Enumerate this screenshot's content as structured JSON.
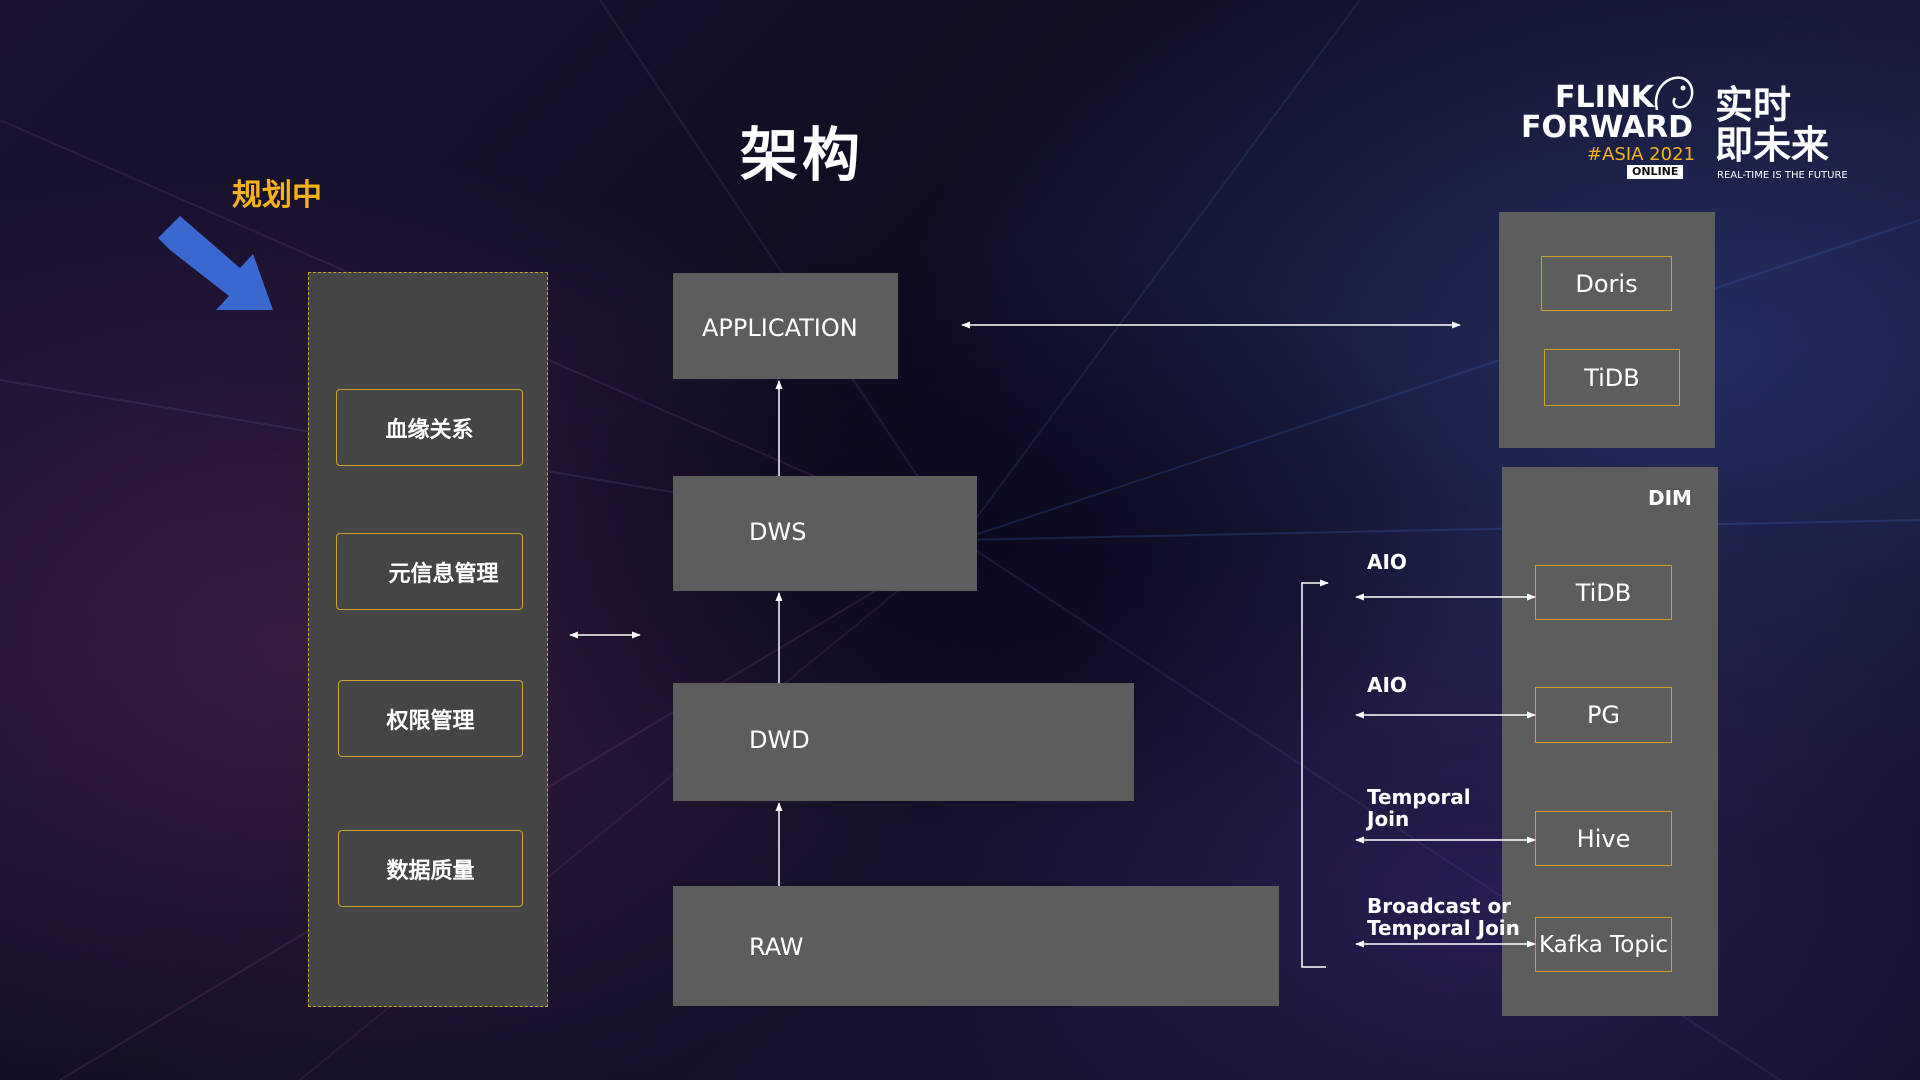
{
  "title": "架构",
  "planning_label": "规划中",
  "governance": {
    "items": [
      "血缘关系",
      "元信息管理",
      "权限管理",
      "数据质量"
    ]
  },
  "layers": {
    "application": "APPLICATION",
    "dws": "DWS",
    "dwd": "DWD",
    "raw": "RAW"
  },
  "serving": {
    "items": [
      "Doris",
      "TiDB"
    ]
  },
  "dim": {
    "title": "DIM",
    "items": [
      "TiDB",
      "PG",
      "Hive",
      "Kafka Topic"
    ],
    "join_labels": [
      {
        "line1": "AIO",
        "line2": ""
      },
      {
        "line1": "AIO",
        "line2": ""
      },
      {
        "line1": "Temporal",
        "line2": "Join"
      },
      {
        "line1": "Broadcast or",
        "line2": "Temporal Join"
      }
    ]
  },
  "logo": {
    "line1": "FLINK",
    "line2": "FORWARD",
    "tag": "#ASIA 2021",
    "online": "ONLINE",
    "cn": "实时即未来",
    "cn_line1": "实时",
    "cn_line2": "即未来",
    "slogan": "REAL-TIME IS THE FUTURE"
  },
  "colors": {
    "accent_gold": "#c9a227",
    "planning_text": "#f5b21a",
    "arrow_blue": "#3a68d0",
    "box_gray": "#5d5d5d"
  }
}
